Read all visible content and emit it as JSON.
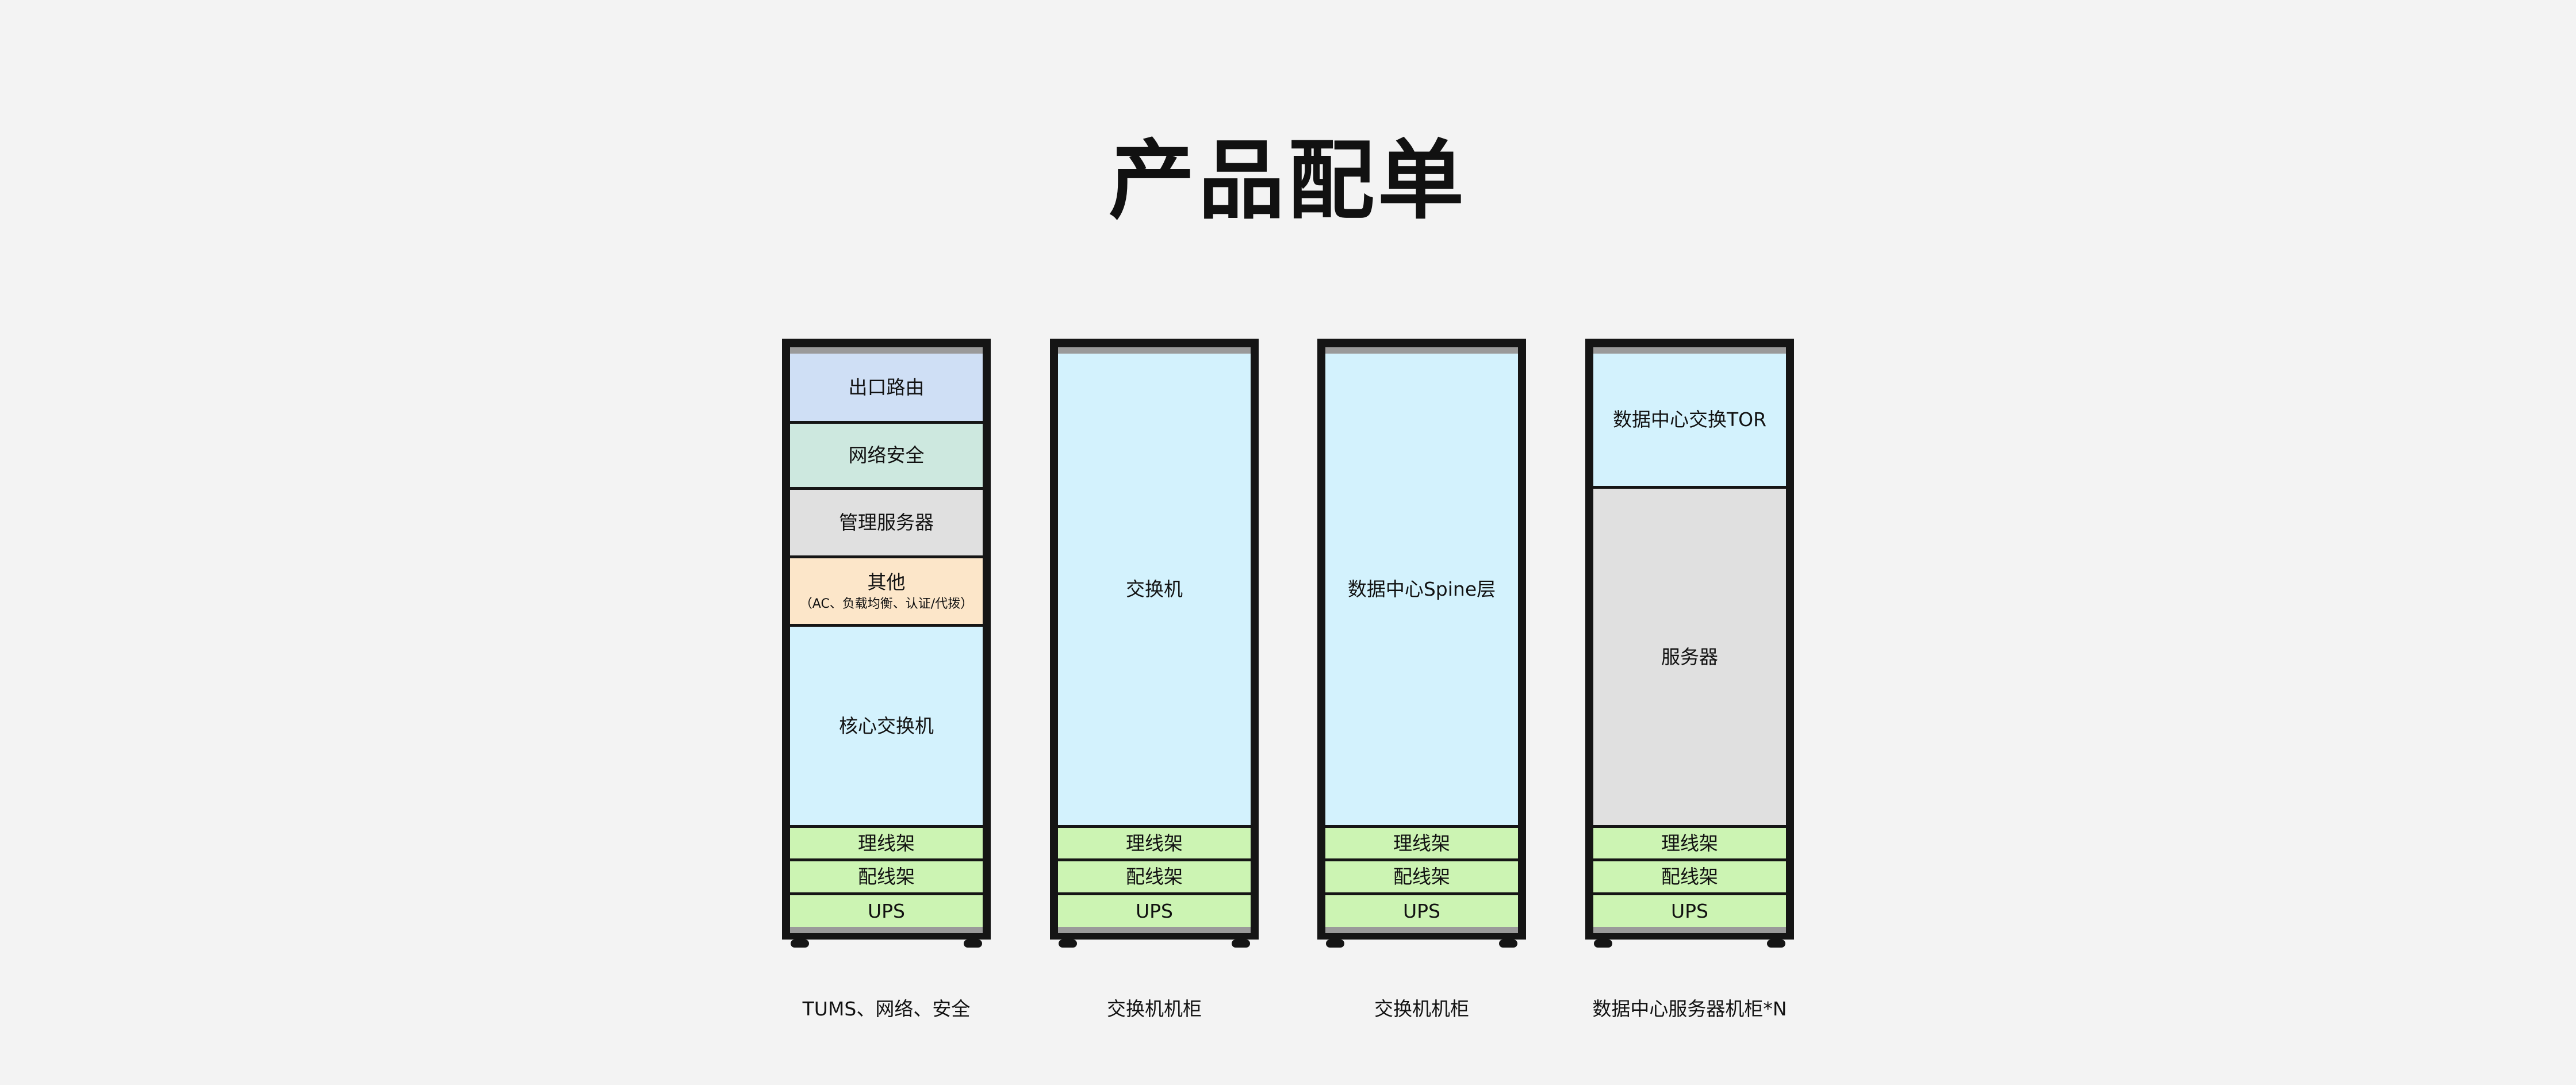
{
  "title": "产品配单",
  "colors": {
    "background": "#f3f3f3",
    "frame": "#151515",
    "strip": "#9a9a9a",
    "router": "#cfdff5",
    "security": "#cde8df",
    "server": "#e0e0e0",
    "other": "#fce6c9",
    "switch": "#d3f2fd",
    "infra": "#ccf4b3"
  },
  "racks": [
    {
      "caption": "TUMS、网络、安全",
      "sections": [
        {
          "label": "出口路由",
          "color": "router",
          "units": 117
        },
        {
          "label": "网络安全",
          "sub": "",
          "color": "security",
          "units": 110
        },
        {
          "label": "管理服务器",
          "color": "server",
          "units": 114
        },
        {
          "label": "其他",
          "sub": "（AC、负载均衡、认证/代拨）",
          "color": "other",
          "units": 114
        },
        {
          "label": "核心交换机",
          "color": "switch",
          "units": 345
        },
        {
          "label": "理线架",
          "color": "infra",
          "units": 53
        },
        {
          "label": "配线架",
          "color": "infra",
          "units": 54
        },
        {
          "label": "UPS",
          "color": "infra",
          "units": 55
        }
      ]
    },
    {
      "caption": "交换机机柜",
      "sections": [
        {
          "label": "交换机",
          "color": "switch",
          "units": 820
        },
        {
          "label": "理线架",
          "color": "infra",
          "units": 53
        },
        {
          "label": "配线架",
          "color": "infra",
          "units": 54
        },
        {
          "label": "UPS",
          "color": "infra",
          "units": 55
        }
      ]
    },
    {
      "caption": "交换机机柜",
      "sections": [
        {
          "label": "数据中心Spine层",
          "color": "switch",
          "units": 820
        },
        {
          "label": "理线架",
          "color": "infra",
          "units": 53
        },
        {
          "label": "配线架",
          "color": "infra",
          "units": 54
        },
        {
          "label": "UPS",
          "color": "infra",
          "units": 55
        }
      ]
    },
    {
      "caption": "数据中心服务器机柜*N",
      "sections": [
        {
          "label": "数据中心交换TOR",
          "color": "switch",
          "units": 230
        },
        {
          "label": "服务器",
          "color": "server",
          "units": 585
        },
        {
          "label": "理线架",
          "color": "infra",
          "units": 53
        },
        {
          "label": "配线架",
          "color": "infra",
          "units": 54
        },
        {
          "label": "UPS",
          "color": "infra",
          "units": 55
        }
      ]
    }
  ]
}
